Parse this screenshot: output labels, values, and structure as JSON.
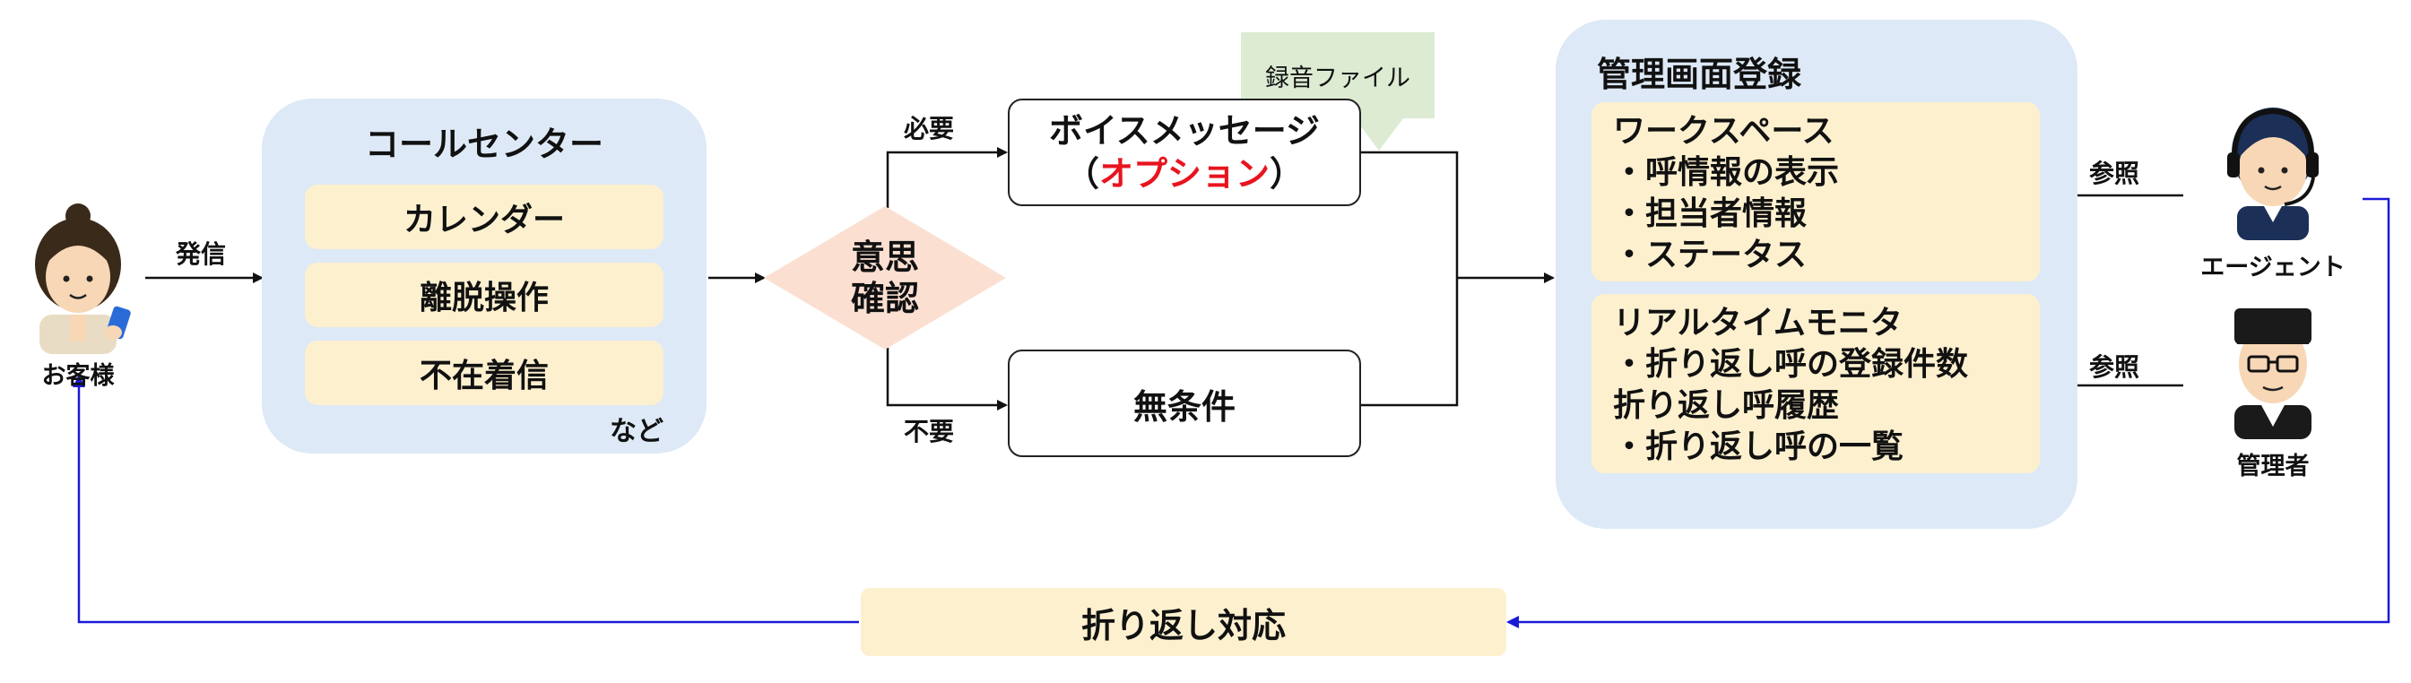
{
  "customer": {
    "label": "お客様"
  },
  "edges": {
    "call_label": "発信",
    "need_label": "必要",
    "no_need_label": "不要",
    "ref_agent_label": "参照",
    "ref_admin_label": "参照"
  },
  "callcenter": {
    "title": "コールセンター",
    "items": [
      "カレンダー",
      "離脱操作",
      "不在着信"
    ],
    "etc": "など"
  },
  "decision": {
    "line1": "意思",
    "line2": "確認"
  },
  "voicemail": {
    "line1": "ボイスメッセージ",
    "open_paren": "（",
    "option": "オプション",
    "close_paren": "）",
    "recording_tag": "録音ファイル"
  },
  "unconditional": {
    "label": "無条件"
  },
  "admin_screen": {
    "title": "管理画面登録",
    "workspace_lines": [
      "ワークスペース",
      "・呼情報の表示",
      "・担当者情報",
      "・ステータス"
    ],
    "realtime_lines": [
      "リアルタイムモニタ",
      "・折り返し呼の登録件数",
      "折り返し呼履歴",
      "・折り返し呼の一覧"
    ]
  },
  "agent": {
    "label": "エージェント"
  },
  "admin": {
    "label": "管理者"
  },
  "callback": {
    "label": "折り返し対応"
  },
  "colors": {
    "panel": "#dde9f6",
    "cream": "#fdf0cf",
    "diamond": "#fbe0d2",
    "tag": "#dcebd2",
    "option_red": "#e8141e",
    "loop_blue": "#1a1ad6"
  }
}
